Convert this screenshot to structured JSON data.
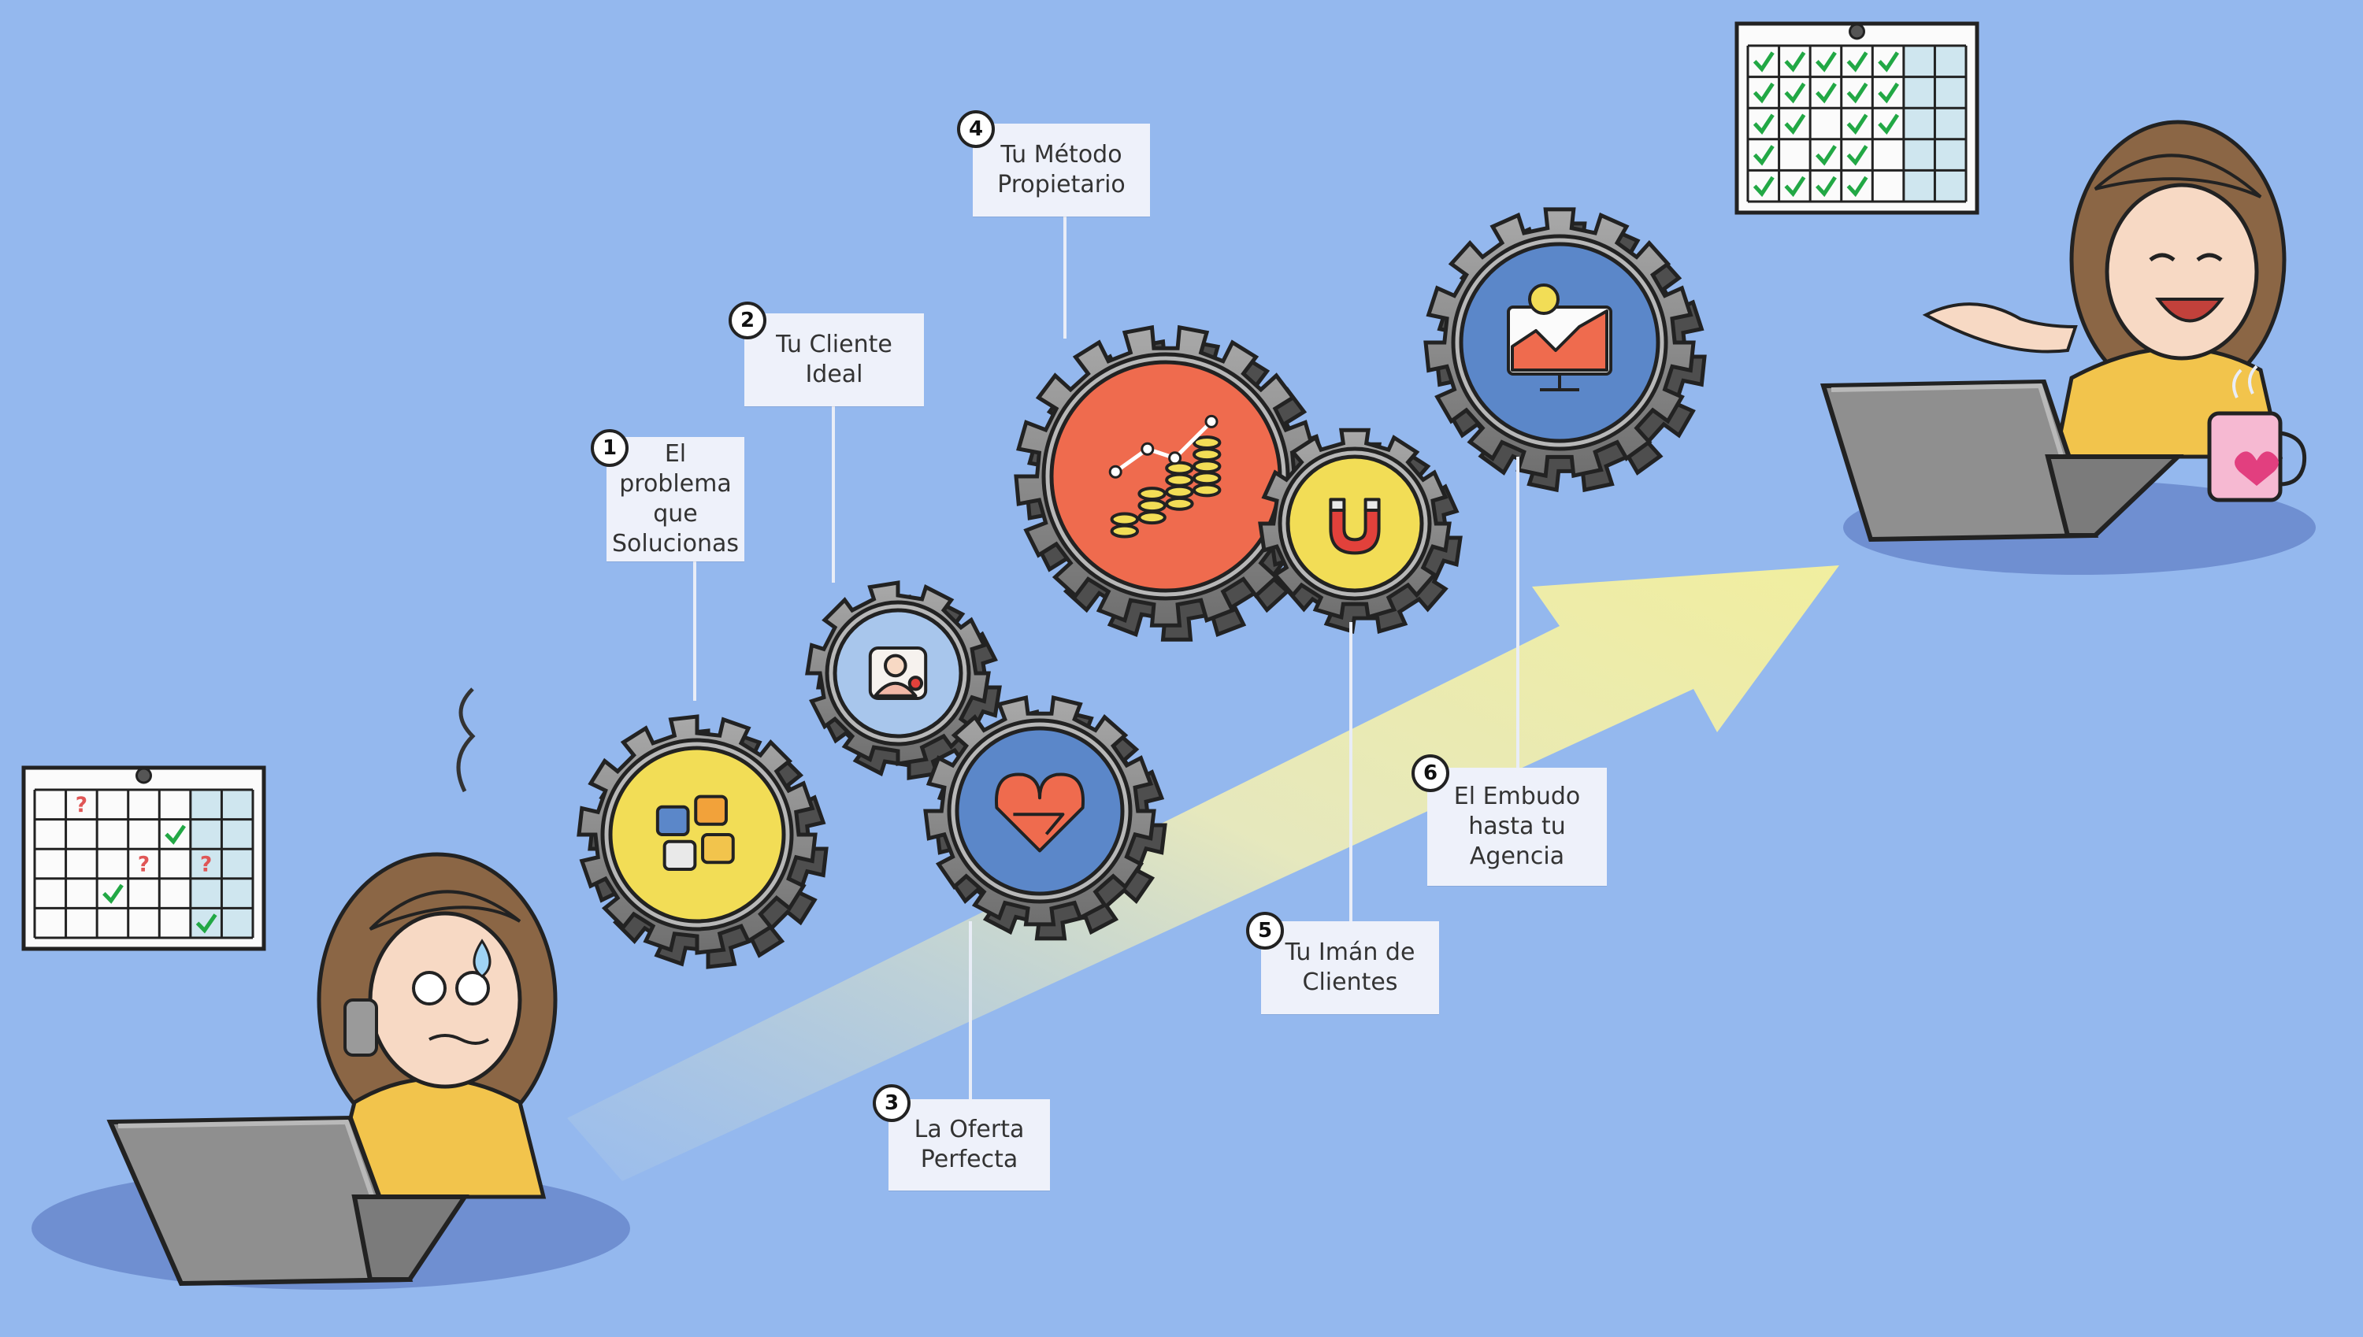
{
  "steps": [
    {
      "num": "1",
      "text": "El problema\nque\nSolucionas",
      "icon": "puzzle-icon"
    },
    {
      "num": "2",
      "text": "Tu Cliente\nIdeal",
      "icon": "person-heart-icon"
    },
    {
      "num": "3",
      "text": "La Oferta\nPerfecta",
      "icon": "handshake-heart-icon"
    },
    {
      "num": "4",
      "text": "Tu Método\nPropietario",
      "icon": "coins-growth-icon"
    },
    {
      "num": "5",
      "text": "Tu Imán de\nClientes",
      "icon": "magnet-icon"
    },
    {
      "num": "6",
      "text": "El Embudo\nhasta tu\nAgencia",
      "icon": "dollar-chart-icon"
    }
  ],
  "colors": {
    "background": "#94b8ee",
    "gear": "#8a8a8a",
    "arrow": "#ecebb4",
    "shirt": "#f2c44c",
    "hair": "#8b6645",
    "label_bg": "#eef1fa",
    "check": "#22a845",
    "question": "#e05656"
  }
}
